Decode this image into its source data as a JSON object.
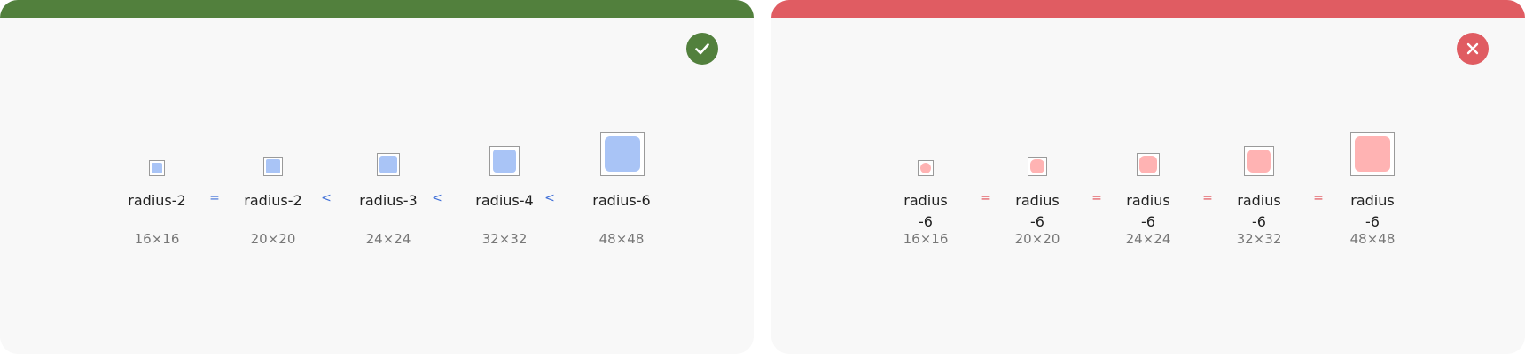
{
  "do_panel": {
    "status_icon": "check-icon",
    "color": "#52803d",
    "swatch_color": "#a9c4f6",
    "items": [
      {
        "label": "radius-2",
        "size": "16×16"
      },
      {
        "label": "radius-2",
        "size": "20×20"
      },
      {
        "label": "radius-3",
        "size": "24×24"
      },
      {
        "label": "radius-4",
        "size": "32×32"
      },
      {
        "label": "radius-6",
        "size": "48×48"
      }
    ],
    "separators": [
      "=",
      "<",
      "<",
      "<"
    ]
  },
  "dont_panel": {
    "status_icon": "close-icon",
    "color": "#e05c62",
    "swatch_color": "#ffb3b3",
    "items": [
      {
        "label": "radius-6",
        "size": "16×16"
      },
      {
        "label": "radius-6",
        "size": "20×20"
      },
      {
        "label": "radius-6",
        "size": "24×24"
      },
      {
        "label": "radius-6",
        "size": "32×32"
      },
      {
        "label": "radius-6",
        "size": "48×48"
      }
    ],
    "separators": [
      "=",
      "=",
      "=",
      "="
    ]
  }
}
